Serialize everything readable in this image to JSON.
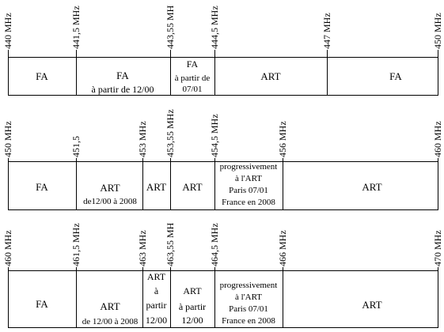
{
  "rows": [
    {
      "frequency_labels": [
        "440 MHz",
        "441,5 MHz",
        "443,55 MH",
        "444,5 MHz",
        "447 MHz",
        "450 MHz"
      ],
      "segments": [
        {
          "lines": [
            "FA"
          ]
        },
        {
          "lines": [
            "FA",
            "à partir de 12/00"
          ]
        },
        {
          "lines": [
            "FA",
            "à partir de",
            "07/01"
          ]
        },
        {
          "lines": [
            "ART"
          ]
        },
        {
          "lines": [
            "FA"
          ]
        }
      ]
    },
    {
      "frequency_labels": [
        "450 MHz",
        "451,5",
        "453 MHz",
        "453,55 MHz",
        "454,5 MHz",
        "456 MHz",
        "460 MHz"
      ],
      "segments": [
        {
          "lines": [
            "FA"
          ]
        },
        {
          "lines": [
            "ART",
            "de12/00 à 2008"
          ]
        },
        {
          "lines": [
            "ART"
          ]
        },
        {
          "lines": [
            "ART"
          ]
        },
        {
          "lines": [
            "progressivement",
            "à l'ART",
            "Paris 07/01",
            "France en 2008"
          ]
        },
        {
          "lines": [
            "ART"
          ]
        }
      ]
    },
    {
      "frequency_labels": [
        "460 MHz",
        "461,5 MHz",
        "463 MHz",
        "463,55 MH",
        "464,5 MHz",
        "466 MHz",
        "470 MHz"
      ],
      "segments": [
        {
          "lines": [
            "FA"
          ]
        },
        {
          "lines": [
            "ART",
            "de 12/00 à 2008"
          ]
        },
        {
          "lines": [
            "ART",
            "à",
            "partir",
            "12/00"
          ]
        },
        {
          "lines": [
            "ART",
            "à partir",
            "12/00"
          ]
        },
        {
          "lines": [
            "progressivement",
            "à l'ART",
            "Paris 07/01",
            "France en 2008"
          ]
        },
        {
          "lines": [
            "ART"
          ]
        }
      ]
    }
  ]
}
